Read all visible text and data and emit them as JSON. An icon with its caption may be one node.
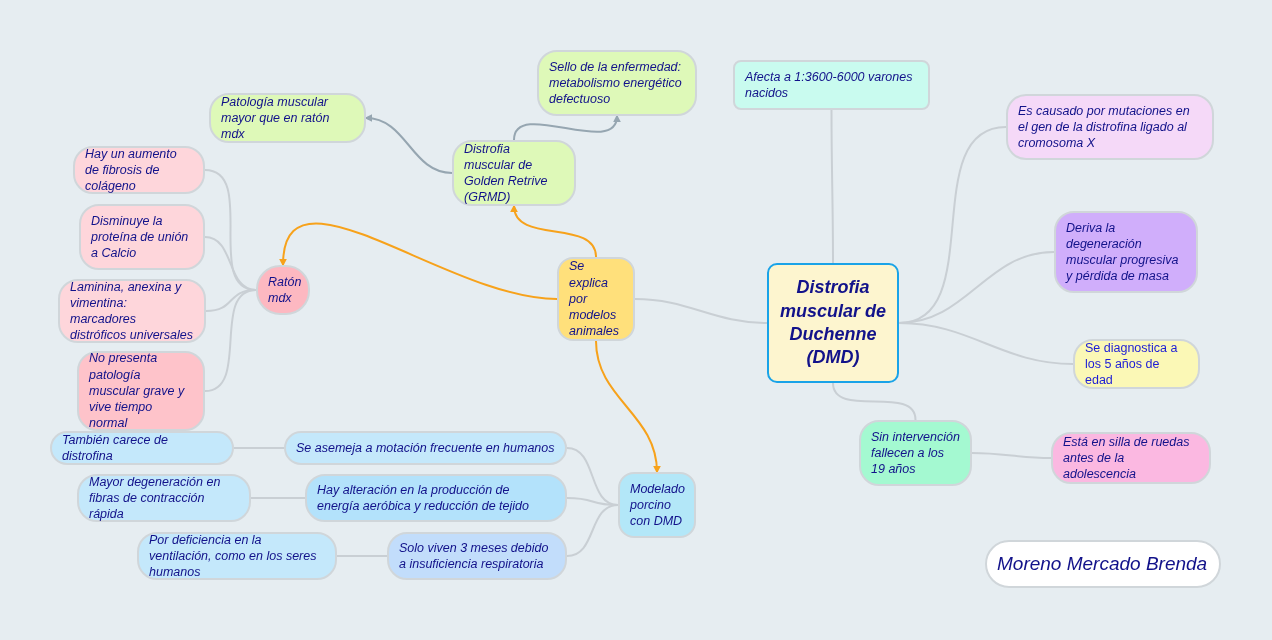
{
  "diagram": {
    "nodes": [
      {
        "text": [
          "Distrofia muscular de Duchenne (DMD)"
        ]
      },
      {
        "text": [
          "Afecta a 1:3600-6000 varones nacidos"
        ]
      },
      {
        "text": [
          "Es causado por mutaciones en el gen de la distrofina ligado al cromosoma X"
        ]
      },
      {
        "text": [
          "Deriva la degeneración muscular progresiva y pérdida de masa"
        ]
      },
      {
        "text": [
          "Se diagnostica a los 5 años de edad"
        ]
      },
      {
        "text": [
          "Sin intervención fallecen a los 19 años"
        ]
      },
      {
        "text": [
          "Está en silla de ruedas antes de la adolescencia"
        ]
      },
      {
        "text": [
          "Se explica por modelos animales"
        ]
      },
      {
        "text": [
          "Distrofia muscular de Golden Retrive (GRMD)"
        ]
      },
      {
        "text": [
          "Sello de la enfermedad: metabolismo energético defectuoso"
        ]
      },
      {
        "text": [
          "Patología muscular mayor que en ratón mdx"
        ]
      },
      {
        "text": [
          "Ratón mdx"
        ]
      },
      {
        "text": [
          "Hay un aumento de fibrosis de colágeno"
        ]
      },
      {
        "text": [
          "Disminuye la proteína de unión a Calcio"
        ]
      },
      {
        "text": [
          "Laminina, anexina y vimentina: marcadores distróficos universales"
        ]
      },
      {
        "text": [
          "No presenta patología muscular grave y vive tiempo normal"
        ]
      },
      {
        "text": [
          "Modelado porcino con DMD"
        ]
      },
      {
        "text": [
          "Se asemeja a motación frecuente en humanos"
        ]
      },
      {
        "text": [
          "También carece de distrofina"
        ]
      },
      {
        "text": [
          "Hay alteración en la producción de energía aeróbica y reducción de tejido"
        ]
      },
      {
        "text": [
          "Mayor degeneración en fibras de contracción rápida"
        ]
      },
      {
        "text": [
          "Solo viven 3 meses debido a insuficiencia respiratoria"
        ]
      },
      {
        "text": [
          "Por deficiencia en la ventilación, como en los seres humanos"
        ]
      },
      {
        "text": [
          "Moreno Mercado Brenda"
        ]
      }
    ],
    "edges": [
      {
        "from": 0,
        "to": 1,
        "arrow": "none"
      },
      {
        "from": 0,
        "to": 2,
        "arrow": "none"
      },
      {
        "from": 0,
        "to": 3,
        "arrow": "none"
      },
      {
        "from": 0,
        "to": 4,
        "arrow": "none"
      },
      {
        "from": 0,
        "to": 5,
        "arrow": "none"
      },
      {
        "from": 5,
        "to": 6,
        "arrow": "none"
      },
      {
        "from": 0,
        "to": 7,
        "arrow": "none"
      },
      {
        "from": 7,
        "to": 8,
        "arrow": "to",
        "color": "#f7a21b"
      },
      {
        "from": 7,
        "to": 11,
        "arrow": "to",
        "color": "#f7a21b"
      },
      {
        "from": 7,
        "to": 16,
        "arrow": "to",
        "color": "#f7a21b"
      },
      {
        "from": 8,
        "to": 9,
        "arrow": "to",
        "color": "#96a6b1"
      },
      {
        "from": 8,
        "to": 10,
        "arrow": "to",
        "color": "#96a6b1"
      },
      {
        "from": 11,
        "to": 12,
        "arrow": "none"
      },
      {
        "from": 11,
        "to": 13,
        "arrow": "none"
      },
      {
        "from": 11,
        "to": 14,
        "arrow": "none"
      },
      {
        "from": 11,
        "to": 15,
        "arrow": "none"
      },
      {
        "from": 16,
        "to": 17,
        "arrow": "none"
      },
      {
        "from": 17,
        "to": 18,
        "arrow": "none"
      },
      {
        "from": 16,
        "to": 19,
        "arrow": "none"
      },
      {
        "from": 19,
        "to": 20,
        "arrow": "none"
      },
      {
        "from": 16,
        "to": 21,
        "arrow": "none"
      },
      {
        "from": 21,
        "to": 22,
        "arrow": "none"
      }
    ]
  }
}
